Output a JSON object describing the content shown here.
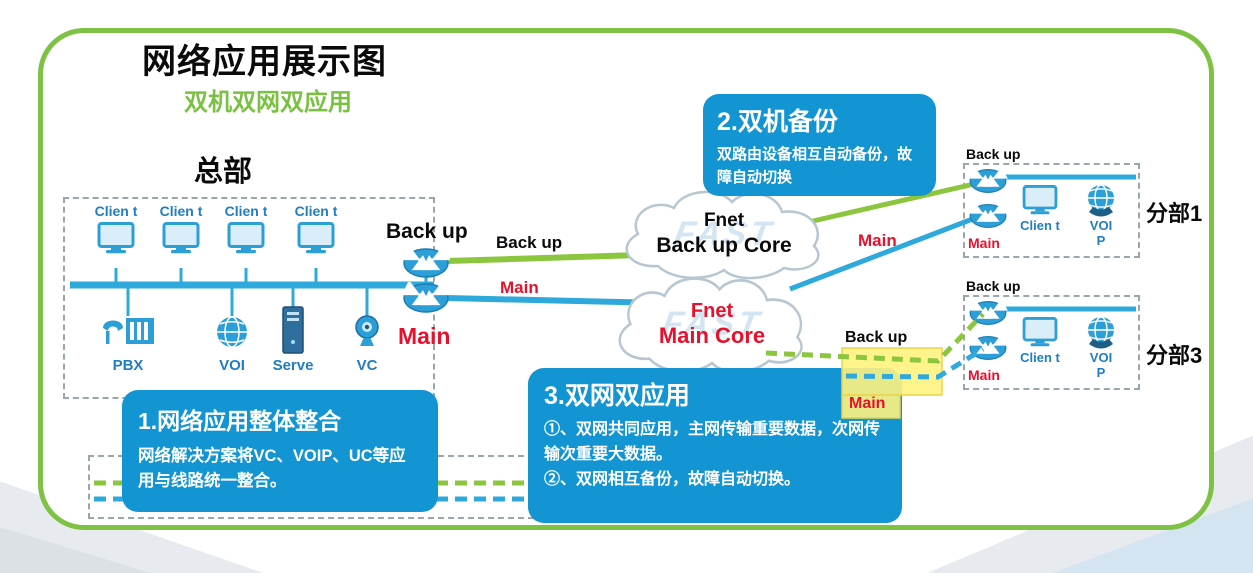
{
  "header": {
    "title": "网络应用展示图",
    "subtitle": "双机双网双应用"
  },
  "hq": {
    "label": "总部",
    "clients": [
      "Clien t",
      "Clien t",
      "Clien t",
      "Clien t"
    ],
    "devices": {
      "pbx": "PBX",
      "voip": "VOI",
      "server": "Serve",
      "vc": "VC"
    },
    "router_backup": "Back up",
    "router_main": "Main"
  },
  "links": {
    "backup": "Back up",
    "main": "Main",
    "branch1_main": "Main",
    "branch3_backup": "Back up",
    "bran3_note": "",
    "branch3_main": "Main"
  },
  "clouds": {
    "backup": {
      "name": "Fnet",
      "label": "Back up Core",
      "watermark": "FAST"
    },
    "main": {
      "name": "Fnet",
      "label": "Main Core",
      "watermark": "FAST"
    }
  },
  "branches": [
    {
      "name": "分部1",
      "backup": "Back up",
      "main": "Main",
      "client": "Clien t",
      "voip": "VOI P"
    },
    {
      "name": "分部3",
      "backup": "Back up",
      "main": "Main",
      "client": "Clien t",
      "voip": "VOI P"
    }
  ],
  "callouts": {
    "c1": {
      "title": "1.网络应用整体整合",
      "body": "网络解决方案将VC、VOIP、UC等应用与线路统一整合。"
    },
    "c2": {
      "title": "2.双机备份",
      "body": "双路由设备相互自动备份，故障自动切换"
    },
    "c3": {
      "title": "3.双网双应用",
      "line1": "①、双网共同应用，主网传输重要数据，次网传输次重要大数据。",
      "line2": "②、双网相互备份，故障自动切换。"
    }
  },
  "colors": {
    "green": "#8CC63E",
    "blue": "#2FA8DC",
    "red": "#E8112D",
    "callout_blue": "#1395D4",
    "frame_green": "#7DC242"
  }
}
